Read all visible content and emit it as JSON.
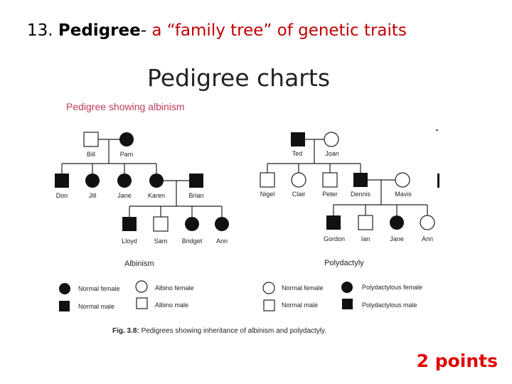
{
  "slide": {
    "number": "13.",
    "term": "Pedigree",
    "dash": "-",
    "definition": " a “family tree” of genetic traits",
    "subtitle": "Pedigree charts",
    "points": "2 points"
  },
  "figure": {
    "panel_title": "Pedigree showing albinism",
    "left_names": {
      "bill": "Bill",
      "pam": "Pam",
      "don": "Don",
      "jill": "Jill",
      "jane": "Jane",
      "karen": "Karen",
      "brian": "Brian",
      "lloyd": "Lloyd",
      "sam": "Sam",
      "bridget": "Bridget",
      "ann": "Ann"
    },
    "right_names": {
      "ted": "Ted",
      "joan": "Joan",
      "nigel": "Nigel",
      "clair": "Clair",
      "peter": "Peter",
      "dennis": "Dennis",
      "mavis": "Mavis",
      "gordon": "Gordon",
      "ian": "Ian",
      "jane": "Jane",
      "ann": "Ann"
    },
    "left_label": "Albinism",
    "right_label": "Polydactyly",
    "legend_left": {
      "normal_female": "Normal female",
      "albino_female": "Albino female",
      "normal_male": "Normal male",
      "albino_male": "Albino male"
    },
    "legend_right": {
      "normal_female": "Normal female",
      "poly_female": "Polydactylous female",
      "normal_male": "Normal male",
      "poly_male": "Polydactylous male"
    },
    "caption_fig": "Fig. 3.8:",
    "caption_text": " Pedigrees showing inheritance of albinism and polydactyly."
  }
}
